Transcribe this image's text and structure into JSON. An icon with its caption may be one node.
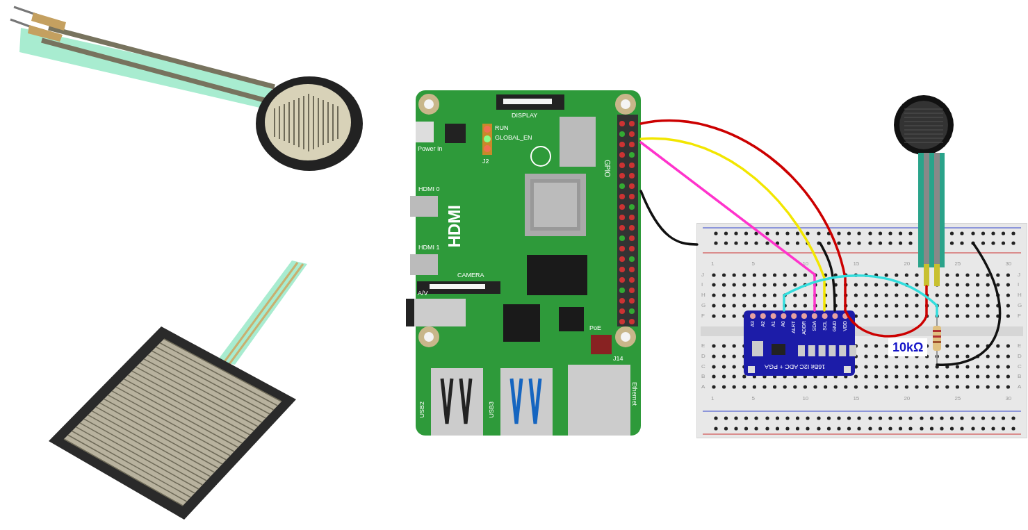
{
  "diagram": {
    "nodes": [
      {
        "text": [
          "DISPLAY",
          "Power In",
          "RUN",
          "GLOBAL_EN",
          "J2",
          "HDMI 0",
          "HDMI",
          "HDMI 1",
          "CAMERA",
          "A/V",
          "GPIO",
          "PoE",
          "J14",
          "USB2",
          "USB3",
          "Ethernet"
        ]
      },
      {
        "text": [],
        "shape": "box"
      },
      {
        "text": [
          "A3",
          "A2",
          "A1",
          "A0",
          "ALRT",
          "ADDR",
          "SDA",
          "SCL",
          "GND",
          "VDD",
          "16Bit I2C ADC + PGA"
        ],
        "in": 1
      },
      {
        "text": [],
        "shape": "picture",
        "in": 1,
        "beside": [
          "10kΩ"
        ]
      },
      {
        "text": [],
        "shape": "picture"
      }
    ],
    "edges": [
      {
        "from": 0,
        "to": 2,
        "arrow": "none",
        "color": "#cc0000"
      },
      {
        "from": 0,
        "to": 2,
        "arrow": "none",
        "color": "#f2e600"
      },
      {
        "from": 0,
        "to": 2,
        "arrow": "none",
        "color": "#ff33cc"
      },
      {
        "from": 0,
        "to": 1,
        "arrow": "none"
      },
      {
        "from": 1,
        "to": 2,
        "arrow": "none"
      },
      {
        "from": 2,
        "to": 4,
        "arrow": "none",
        "color": "#cc0000"
      },
      {
        "from": 2,
        "to": 3,
        "arrow": "none",
        "color": "#33dddd"
      },
      {
        "from": 1,
        "to": 3,
        "arrow": "none"
      }
    ],
    "labels": [
      "1",
      "5",
      "10",
      "15",
      "20",
      "25",
      "30",
      "J",
      "J",
      "I",
      "I",
      "H",
      "H",
      "G",
      "G",
      "F",
      "F",
      "E",
      "E",
      "D",
      "D",
      "C",
      "C",
      "B",
      "B",
      "A",
      "A",
      "1",
      "5",
      "10",
      "15",
      "20",
      "25",
      "30"
    ]
  }
}
